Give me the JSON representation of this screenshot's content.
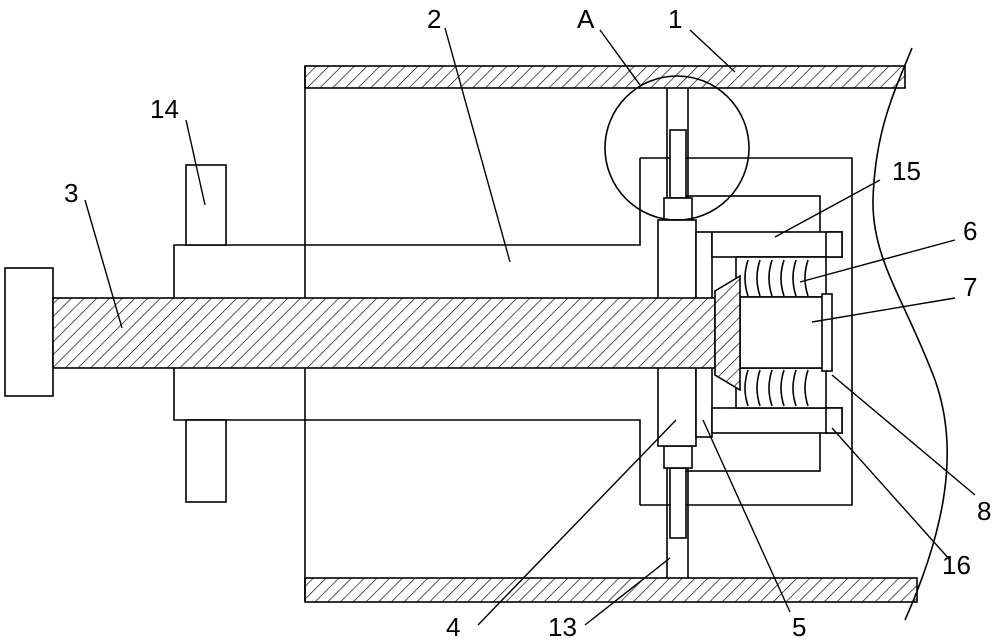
{
  "labels": {
    "housing": "1",
    "sleeve": "2",
    "shaft": "3",
    "plate": "4",
    "flange": "5",
    "spring_6": "6",
    "rod_7": "7",
    "part_8": "8",
    "bolt": "13",
    "handle": "14",
    "guide_15": "15",
    "guide_16": "16",
    "detail": "A"
  }
}
